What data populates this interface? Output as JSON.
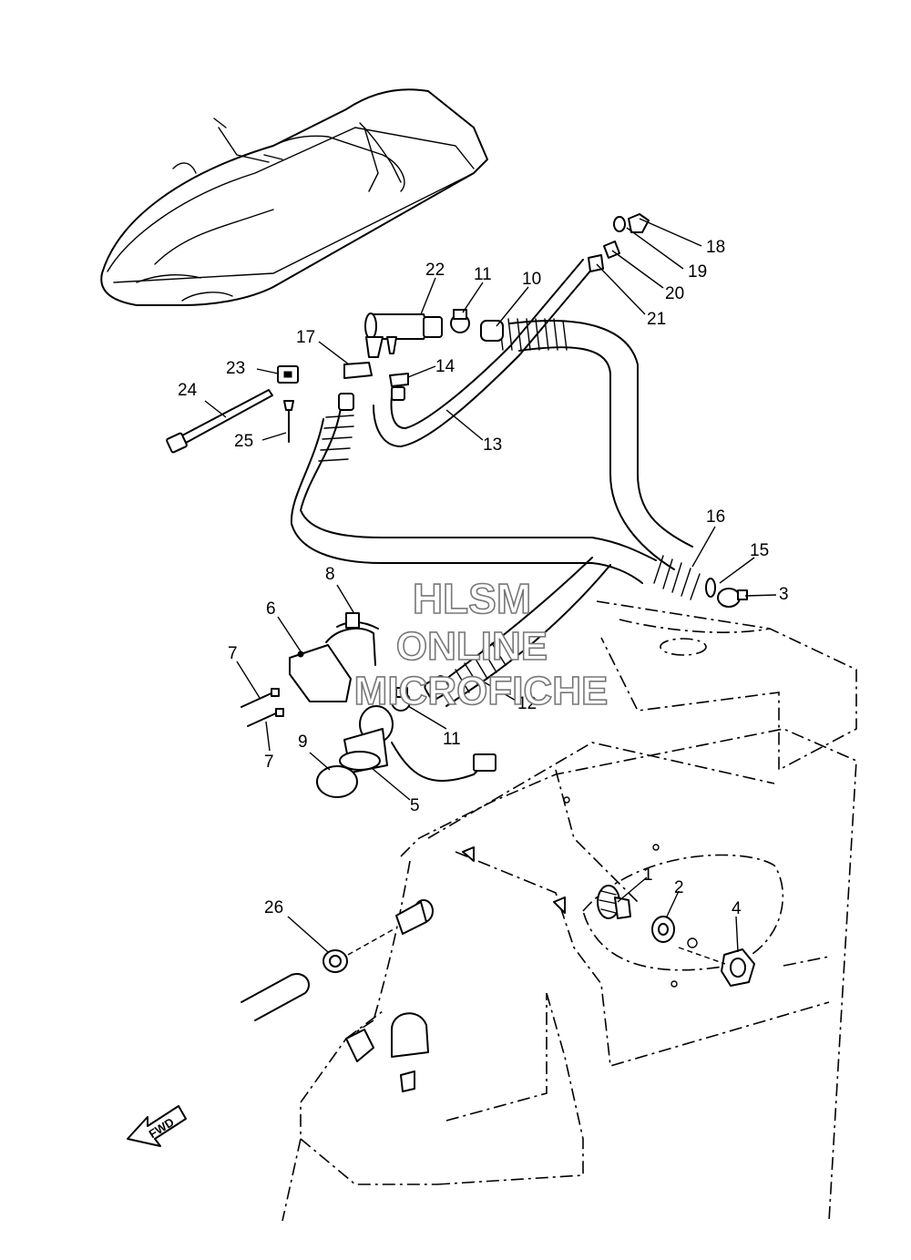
{
  "watermark": {
    "line1": "HLSM",
    "line2": "ONLINE",
    "line3": "MICROFICHE"
  },
  "direction_label": "FWD",
  "callouts": [
    {
      "id": "c1",
      "text": "1"
    },
    {
      "id": "c2",
      "text": "2"
    },
    {
      "id": "c3",
      "text": "3"
    },
    {
      "id": "c4",
      "text": "4"
    },
    {
      "id": "c5",
      "text": "5"
    },
    {
      "id": "c6",
      "text": "6"
    },
    {
      "id": "c7a",
      "text": "7"
    },
    {
      "id": "c7b",
      "text": "7"
    },
    {
      "id": "c8",
      "text": "8"
    },
    {
      "id": "c9",
      "text": "9"
    },
    {
      "id": "c10",
      "text": "10"
    },
    {
      "id": "c11a",
      "text": "11"
    },
    {
      "id": "c11b",
      "text": "11"
    },
    {
      "id": "c12",
      "text": "12"
    },
    {
      "id": "c13",
      "text": "13"
    },
    {
      "id": "c14",
      "text": "14"
    },
    {
      "id": "c15",
      "text": "15"
    },
    {
      "id": "c16",
      "text": "16"
    },
    {
      "id": "c17",
      "text": "17"
    },
    {
      "id": "c18",
      "text": "18"
    },
    {
      "id": "c19",
      "text": "19"
    },
    {
      "id": "c20",
      "text": "20"
    },
    {
      "id": "c21",
      "text": "21"
    },
    {
      "id": "c22",
      "text": "22"
    },
    {
      "id": "c23",
      "text": "23"
    },
    {
      "id": "c24",
      "text": "24"
    },
    {
      "id": "c25",
      "text": "25"
    },
    {
      "id": "c26",
      "text": "26"
    }
  ]
}
